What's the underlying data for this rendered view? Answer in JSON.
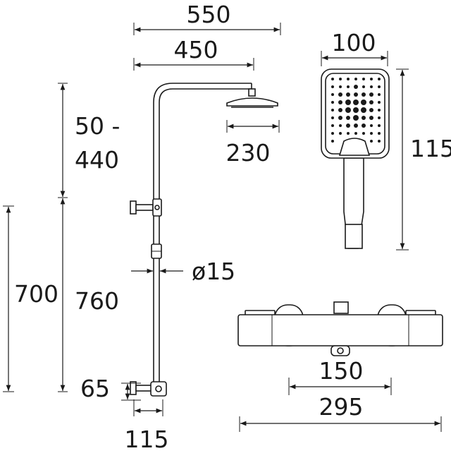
{
  "dimensions": {
    "riser_width": "550",
    "arm_length": "450",
    "head_diameter": "230",
    "height_adjust_top": "50 -",
    "height_adjust_bottom": "440",
    "bracket_span": "700",
    "riser_height": "760",
    "pipe_diameter": "ø15",
    "outlet_height": "65",
    "wall_offset": "115",
    "handset_width": "100",
    "handset_length": "115",
    "valve_centres": "150",
    "valve_width": "295"
  }
}
